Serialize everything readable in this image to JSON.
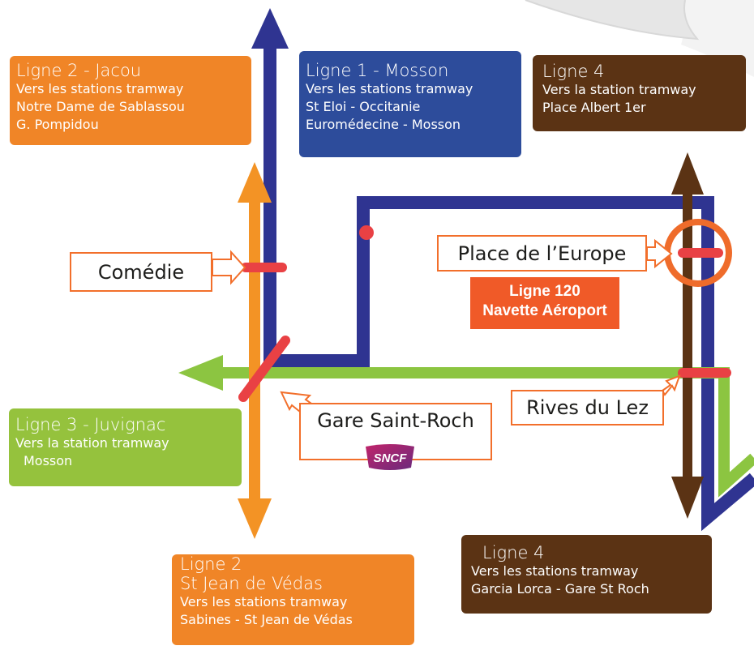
{
  "colors": {
    "ligne1": "#2f3491",
    "ligne2": "#f39325",
    "ligne3": "#8cc541",
    "ligne4": "#5b3314",
    "ligne2_box": "#f08527",
    "ligne1_box": "#2d4c9b",
    "ligne3_box": "#95c23d",
    "ligne4_box": "#5b3314",
    "station_marker": "#e94144",
    "callout_border": "#f26f2b",
    "navette": "#f05a28",
    "highlight_ring": "#ef6c2b"
  },
  "lines": {
    "ligne2_jacou": {
      "title": "Ligne 2 - Jacou",
      "sub": [
        "Vers les stations tramway",
        "Notre Dame de Sablassou",
        "G. Pompidou"
      ]
    },
    "ligne1_mosson": {
      "title": "Ligne 1 - Mosson",
      "sub": [
        "Vers les stations tramway",
        "St Eloi - Occitanie",
        "Euromédecine - Mosson"
      ]
    },
    "ligne4_north": {
      "title": "Ligne 4",
      "sub": [
        "Vers la station tramway",
        "Place Albert 1er"
      ]
    },
    "ligne3_juvignac": {
      "title": "Ligne 3 - Juvignac",
      "sub": [
        "Vers la station tramway",
        "Mosson"
      ]
    },
    "ligne2_stjean": {
      "title": "Ligne 2",
      "title2": "St Jean de Védas",
      "sub": [
        "Vers les stations tramway",
        "Sabines - St Jean de Védas"
      ]
    },
    "ligne4_south": {
      "title": "Ligne 4",
      "sub": [
        "Vers les stations tramway",
        "Garcia Lorca - Gare St Roch"
      ]
    }
  },
  "stations": {
    "comedie": "Comédie",
    "place_europe": "Place de l’Europe",
    "gare_saint_roch": "Gare Saint-Roch",
    "rives_du_lez": "Rives du Lez"
  },
  "navette": {
    "line1": "Ligne 120",
    "line2": "Navette Aéroport"
  },
  "sncf_logo": "SNCF"
}
